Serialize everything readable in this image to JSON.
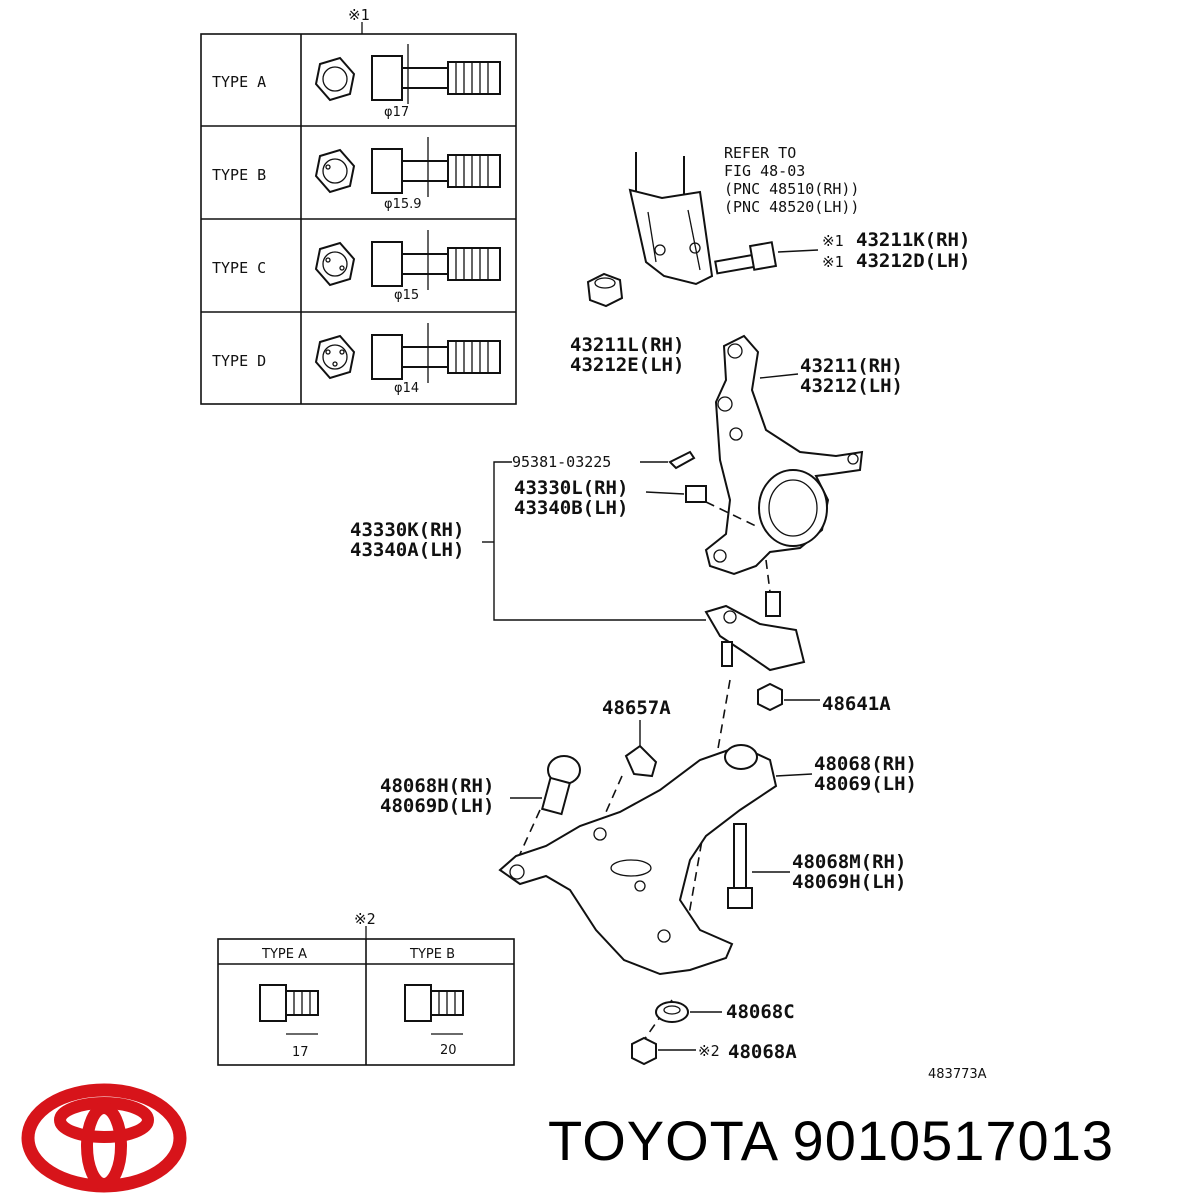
{
  "table1": {
    "mark": "※1",
    "rows": [
      {
        "type": "TYPE A",
        "dim": "φ17"
      },
      {
        "type": "TYPE B",
        "dim": "φ15.9"
      },
      {
        "type": "TYPE C",
        "dim": "φ15"
      },
      {
        "type": "TYPE D",
        "dim": "φ14"
      }
    ]
  },
  "table2": {
    "mark": "※2",
    "cols": [
      {
        "type": "TYPE A",
        "dim": "17"
      },
      {
        "type": "TYPE B",
        "dim": "20"
      }
    ]
  },
  "refer": [
    "REFER TO",
    "FIG 48-03",
    "(PNC 48510(RH))",
    "(PNC 48520(LH))"
  ],
  "callouts": {
    "bolt_rh": "43211K(RH)",
    "bolt_lh": "43212D(LH)",
    "bolt_mark": "※1",
    "nut_rh": "43211L(RH)",
    "nut_lh": "43212E(LH)",
    "knuckle_rh": "43211(RH)",
    "knuckle_lh": "43212(LH)",
    "pin": "95381-03225",
    "nutb_rh": "43330L(RH)",
    "nutb_lh": "43340B(LH)",
    "balljoint_rh": "43330K(RH)",
    "balljoint_lh": "43340A(LH)",
    "n48657a": "48657A",
    "n48641a": "48641A",
    "arm_rh": "48068(RH)",
    "arm_lh": "48069(LH)",
    "boltf_rh": "48068H(RH)",
    "boltf_lh": "48069D(LH)",
    "boltr_rh": "48068M(RH)",
    "boltr_lh": "48069H(LH)",
    "n48068c": "48068C",
    "n48068a": "48068A",
    "a_mark": "※2"
  },
  "figure_id": "483773A",
  "brand": {
    "name": "TOYOTA",
    "part_number": "9010517013",
    "logo_color": "#d7141a"
  }
}
